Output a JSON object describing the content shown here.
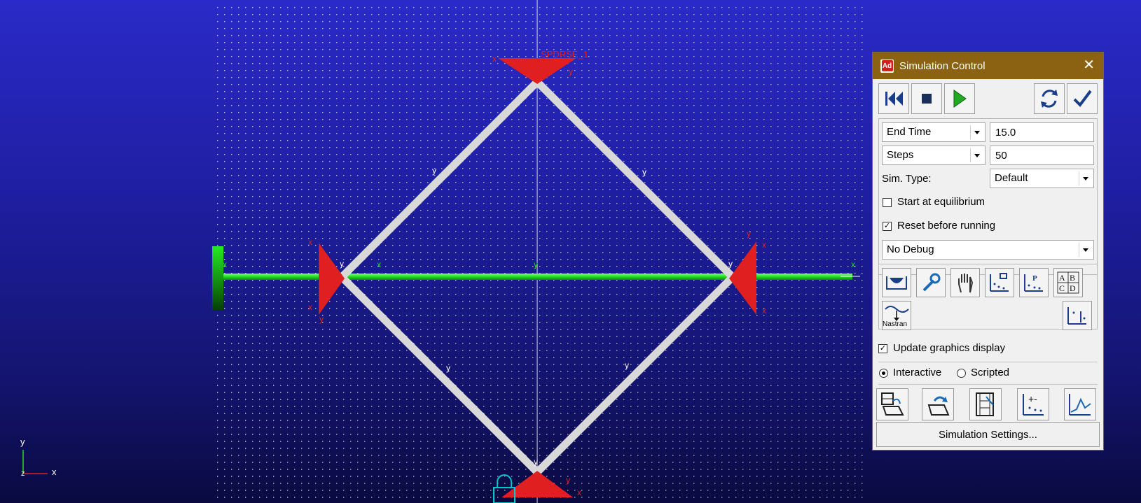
{
  "scene": {
    "marker_label": "SPDRSE_1",
    "axis_x": "x",
    "axis_y": "y",
    "axis_z": "z"
  },
  "colors": {
    "background_top": "#2a2ac8",
    "background_bottom": "#0a0a40",
    "link": "#d8d8d8",
    "joint": "#e02020",
    "ground_shaft": "#22dd22",
    "titlebar": "#8a6212"
  },
  "dialog": {
    "title": "Simulation Control",
    "app_icon": "Ad",
    "close_icon": "✕",
    "toolbar": [
      "rewind-icon",
      "stop-icon",
      "play-icon",
      "reset-icon",
      "ok-check-icon"
    ],
    "end_time_label": "End Time",
    "end_time_value": "15.0",
    "steps_label": "Steps",
    "steps_value": "50",
    "sim_type_label": "Sim. Type:",
    "sim_type_value": "Default",
    "start_equilibrium_label": "Start at equilibrium",
    "start_equilibrium_checked": false,
    "reset_before_label": "Reset before running",
    "reset_before_checked": true,
    "debug_value": "No Debug",
    "nastran_label": "Nastran",
    "update_graphics_label": "Update graphics display",
    "update_graphics_checked": true,
    "interactive_label": "Interactive",
    "scripted_label": "Scripted",
    "mode_selected": "Interactive",
    "settings_button": "Simulation Settings..."
  }
}
